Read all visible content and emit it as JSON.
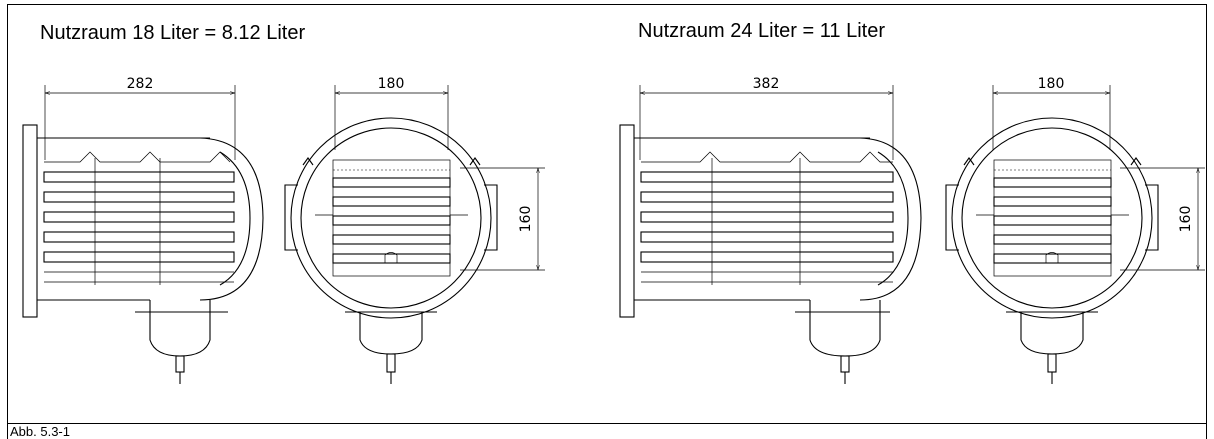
{
  "figure": {
    "heading_left": "Nutzraum 18 Liter = 8.12 Liter",
    "heading_right": "Nutzraum 24 Liter = 11 Liter",
    "caption": "Abb. 5.3-1"
  },
  "dimensions": {
    "left_side_length": "282",
    "left_front_width": "180",
    "left_front_height": "160",
    "right_side_length": "382",
    "right_front_width": "180",
    "right_front_height": "160"
  },
  "colors": {
    "line": "#000000",
    "background": "#ffffff"
  }
}
